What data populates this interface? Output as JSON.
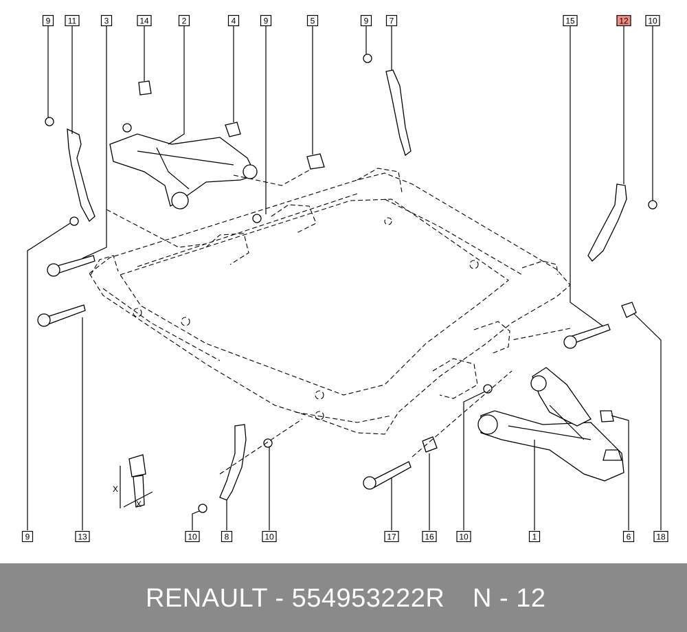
{
  "diagram": {
    "callouts_top": [
      "9",
      "11",
      "3",
      "14",
      "2",
      "4",
      "9",
      "5",
      "9",
      "7",
      "15",
      "12",
      "10"
    ],
    "callouts_bottom": [
      "9",
      "13",
      "10",
      "8",
      "10",
      "17",
      "16",
      "10",
      "1",
      "6",
      "18"
    ],
    "highlighted_callout": "12",
    "highlight_color": "#f28b82",
    "dimension_labels": [
      "X",
      "X"
    ]
  },
  "footer": {
    "brand": "RENAULT - 554953222R",
    "position": "N - 12"
  },
  "colors": {
    "footer_bg": "#8a8a8a",
    "footer_text": "#ffffff"
  }
}
